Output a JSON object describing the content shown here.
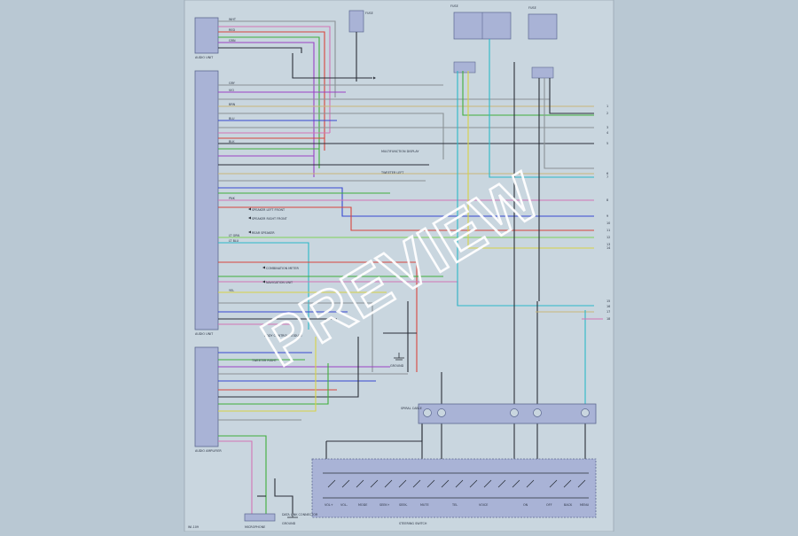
{
  "watermark": "PREVIEW",
  "page_ref": "WI-109",
  "colors": {
    "background": "#b9c8d3",
    "sheet": "#c9d6df",
    "block_fill": "#a9b3d6",
    "block_stroke": "#5c6890",
    "wire_black": "#2a2f38",
    "wire_gray": "#8a9096",
    "wire_green": "#3fae3b",
    "wire_violet": "#9a42c6",
    "wire_red": "#d8443c",
    "wire_blue": "#3848d2",
    "wire_lightgreen": "#7fd35a",
    "wire_cyan": "#2cb8c8",
    "wire_tan": "#c9b77a",
    "wire_pink": "#d274b6",
    "wire_yellow": "#d8d245",
    "wire_white": "#eef0f0"
  },
  "components": {
    "top_left_unit": "AUDIO UNIT",
    "left_main_unit": "AUDIO UNIT",
    "left_lower_unit": "AUDIO AMPLIFIER",
    "top_fuse_1": "FUSE",
    "top_fuse_2": "FUSE",
    "top_fuse_3": "FUSE",
    "steering_switch": "STEERING SWITCH",
    "spiral_cable": "SPIRAL CABLE",
    "microphone": "MICROPHONE",
    "ground_1": "GROUND",
    "ground_2": "GROUND"
  },
  "wire_labels": {
    "a": "WHT",
    "b": "BLK",
    "c": "RED",
    "d": "GRN",
    "e": "BLU",
    "f": "YEL",
    "g": "PNK",
    "h": "LT GRN",
    "i": "VIO",
    "j": "GRY",
    "k": "BRN",
    "l": "LT BLU"
  },
  "callouts": {
    "c1": "SPEAKER LEFT FRONT",
    "c2": "SPEAKER RIGHT FRONT",
    "c3": "REAR SPEAKER",
    "c4": "COMBINATION METER",
    "c5": "NAVIGATION UNIT",
    "c6": "MULTIFUNCTION DISPLAY",
    "c7": "TWEETER LEFT",
    "c8": "TWEETER RIGHT",
    "c9": "BODY CONTROL MODULE",
    "c10": "DATA LINK CONNECTOR"
  },
  "switch_labels": {
    "s1": "VOL+",
    "s2": "VOL-",
    "s3": "MODE",
    "s4": "SEEK+",
    "s5": "SEEK-",
    "s6": "MUTE",
    "s7": "TEL",
    "s8": "VOICE",
    "s9": "ON",
    "s10": "OFF",
    "s11": "BACK",
    "s12": "MENU"
  },
  "terminal_numbers": [
    "1",
    "2",
    "3",
    "4",
    "5",
    "6",
    "7",
    "8",
    "9",
    "10",
    "11",
    "12",
    "13",
    "14",
    "15",
    "16",
    "17",
    "18"
  ]
}
